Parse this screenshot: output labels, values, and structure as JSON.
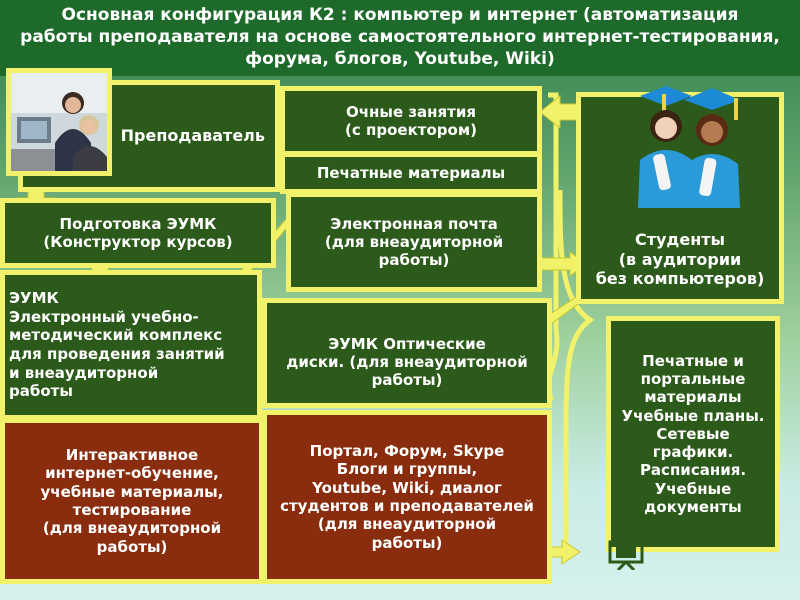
{
  "header": {
    "title": "Основная конфигурация К2 :  компьютер и интернет (автоматизация\nработы преподавателя на основе самостоятельного интернет-тестирования,\nфорума, блогов, Youtube, Wiki)"
  },
  "boxes": {
    "teacher": "Преподаватель",
    "in_person": "Очные занятия\n(с проектором)",
    "printed": "Печатные материалы",
    "email": "Электронная почта\n(для внеаудиторной\nработы)",
    "students": "Студенты\n(в аудитории\nбез  компьютеров)",
    "prep": "Подготовка ЭУМК\n(Конструктор курсов)",
    "eumk": "ЭУМК\nЭлектронный учебно-\nметодический комплекс\nдля проведения занятий\n и внеаудиторной\nработы",
    "optical": "ЭУМК Оптические\nдиски. (для внеаудиторной\nработы)",
    "interactive": "Интерактивное\nинтернет-обучение,\nучебные  материалы,\nтестирование\n(для внеаудиторной\nработы)",
    "portal": "Портал, Форум, Skype\nБлоги и группы,\nYoutube, Wiki, диалог\nстудентов и преподавателей\n(для внеаудиторной\nработы)",
    "print_portal": "Печатные и\nпортальные\nматериалы\nУчебные планы.\nСетевые\nграфики.\nРасписания.\nУчебные\nдокументы"
  },
  "colors": {
    "box_green": "#2c5a1a",
    "box_brown": "#8a2d0e",
    "border_yellow": "#f2f26a",
    "header_green": "#1d6a2a"
  },
  "icons": [
    "teacher-photo",
    "students-illustration",
    "arrows",
    "presentation-icon"
  ]
}
